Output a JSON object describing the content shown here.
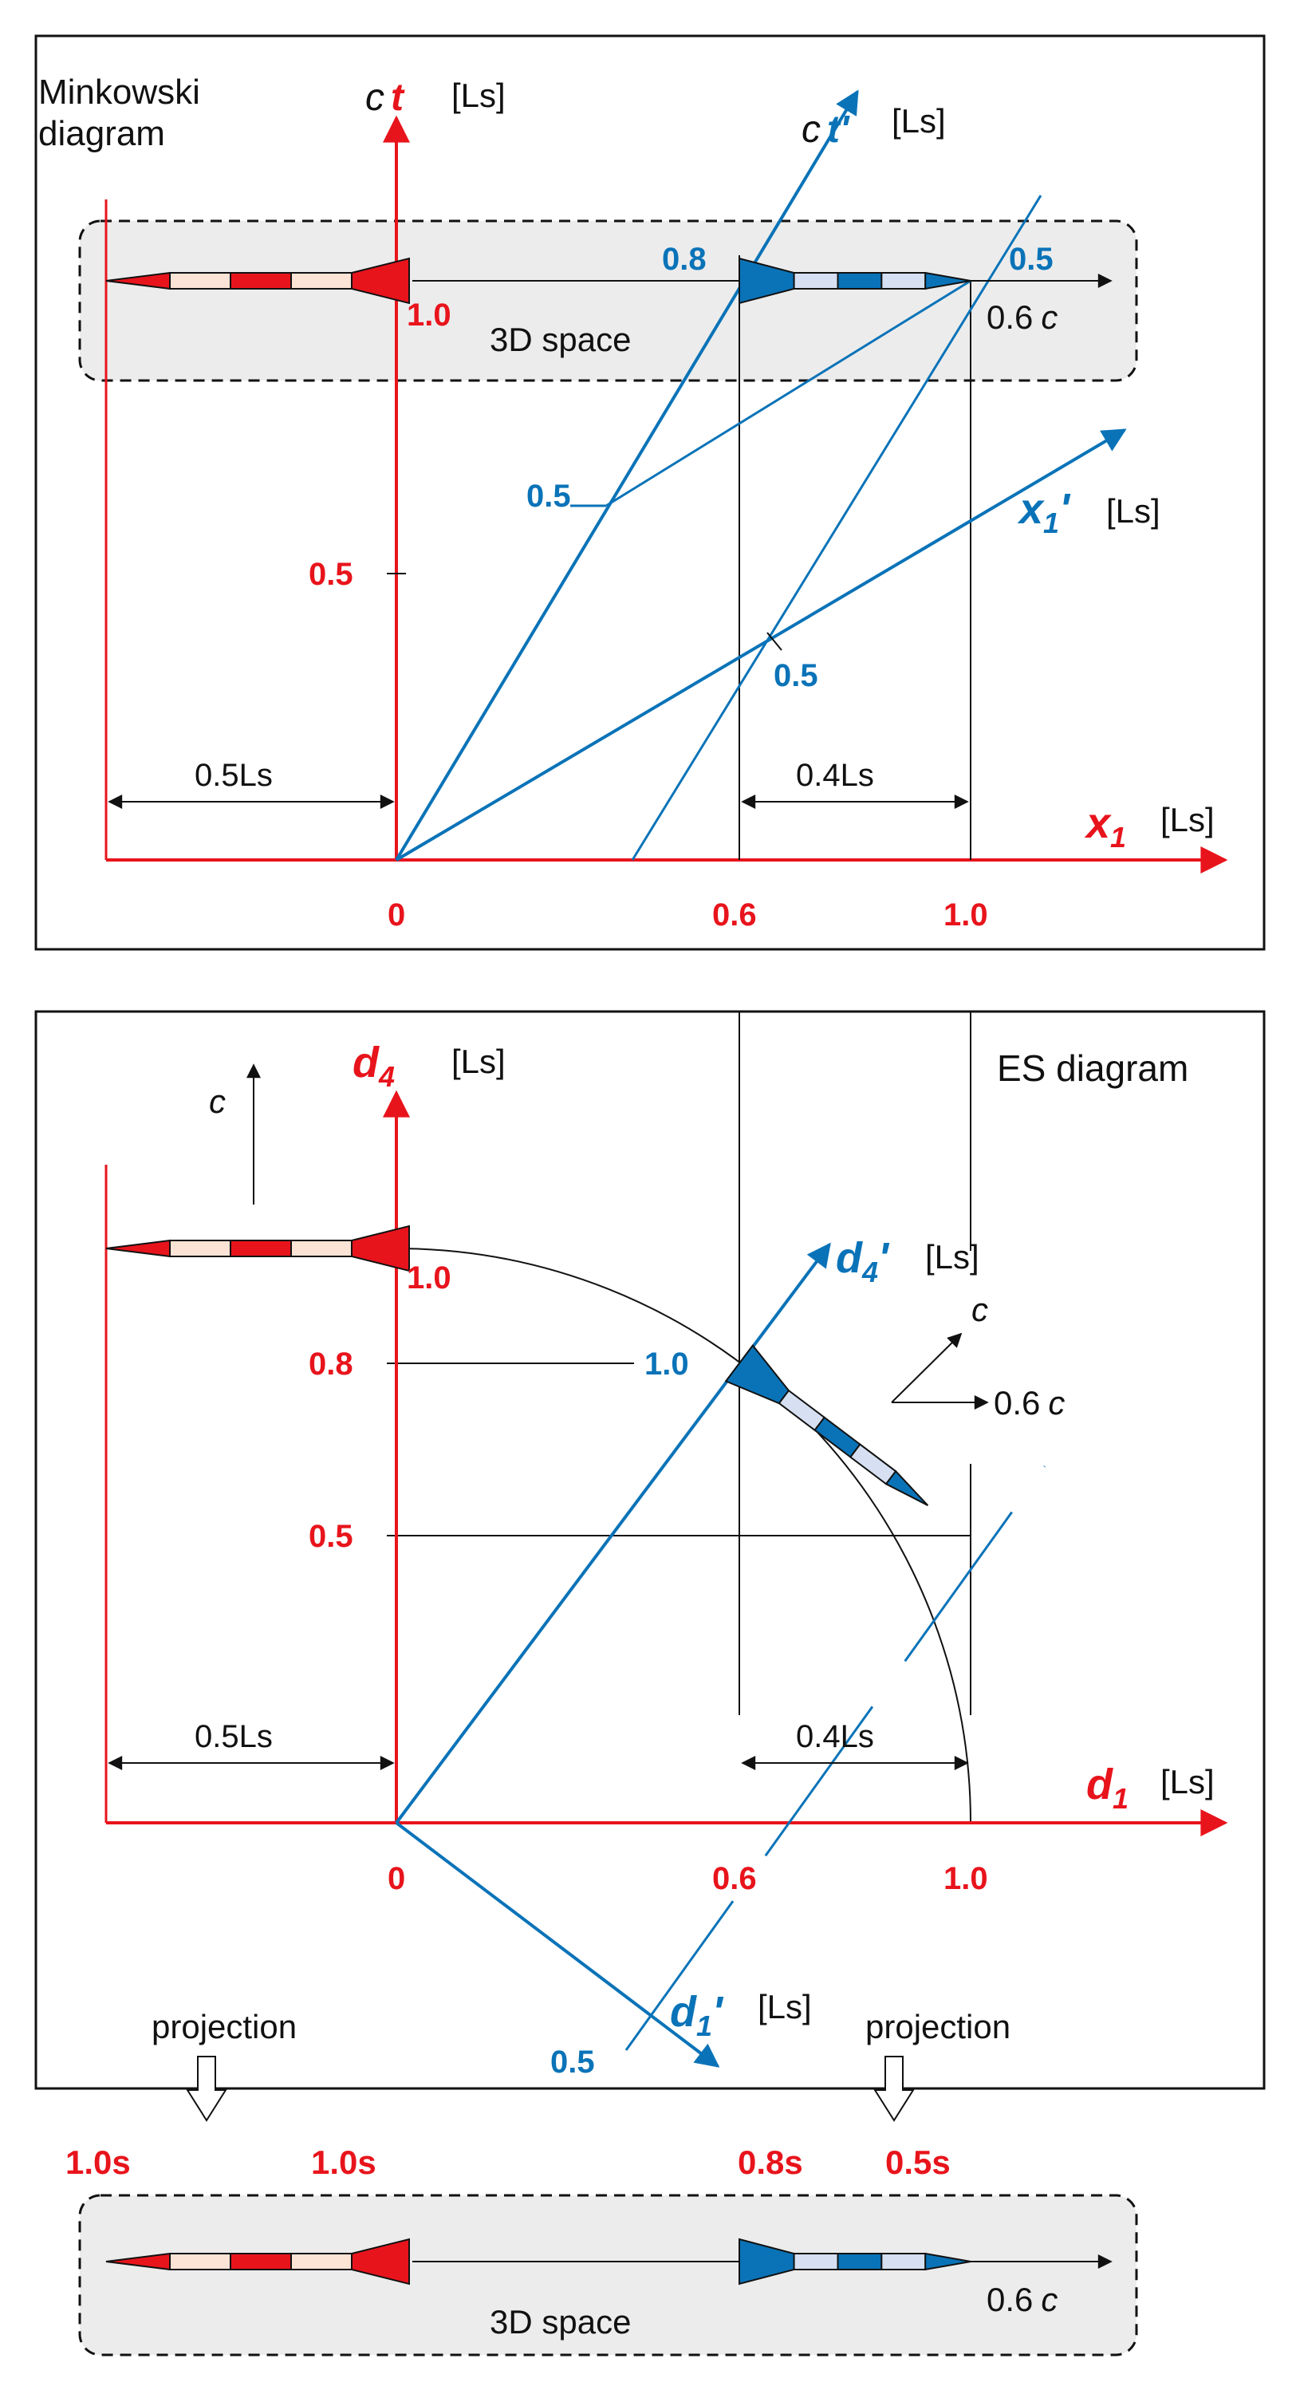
{
  "colors": {
    "red": "#e8141c",
    "blue": "#0a73b8",
    "light_red": "#fbe3d5",
    "light_blue": "#d6e0f2",
    "space_fill": "#ececec"
  },
  "minkowski": {
    "title_line1": "Minkowski",
    "title_line2": "diagram",
    "ct_axis": {
      "c": "c",
      "t": "t",
      "unit": "[Ls]"
    },
    "ct_prime_axis": {
      "c": "c",
      "t": "t'",
      "unit": "[Ls]"
    },
    "x1_axis": {
      "x": "x",
      "sub": "1",
      "unit": "[Ls]"
    },
    "x1_prime_axis": {
      "x": "x",
      "sub": "1",
      "prime": "'",
      "unit": "[Ls]"
    },
    "space_label": "3D space",
    "velocity_label": {
      "value": "0.6",
      "c": "c"
    },
    "ticks": {
      "x_0": "0",
      "x_06": "0.6",
      "x_10": "1.0",
      "t_05": "0.5",
      "t_10": "1.0",
      "tp_08": "0.8",
      "tp_05": "0.5",
      "tp_05_top": "0.5",
      "xp_05": "0.5"
    },
    "dim_left": "0.5Ls",
    "dim_right": "0.4Ls"
  },
  "es": {
    "title": "ES diagram",
    "c_arrow_label": "c",
    "d4_axis": {
      "d": "d",
      "sub": "4",
      "unit": "[Ls]"
    },
    "d4_prime_axis": {
      "d": "d",
      "sub": "4",
      "prime": "'",
      "unit": "[Ls]"
    },
    "d1_axis": {
      "d": "d",
      "sub": "1",
      "unit": "[Ls]"
    },
    "d1_prime_axis": {
      "d": "d",
      "sub": "1",
      "prime": "'",
      "unit": "[Ls]"
    },
    "velocity_c": "c",
    "velocity_label": {
      "value": "0.6",
      "c": "c"
    },
    "ticks": {
      "x_0": "0",
      "x_06": "0.6",
      "x_10": "1.0",
      "y_08": "0.8",
      "y_05": "0.5",
      "rocket_10": "1.0",
      "d4p_10": "1.0",
      "d1p_05": "0.5"
    },
    "dim_left": "0.5Ls",
    "dim_right": "0.4Ls"
  },
  "projection": {
    "left_label": "projection",
    "right_label": "projection",
    "times": {
      "red_tail": "1.0s",
      "red_head": "1.0s",
      "blue_tail": "0.8s",
      "blue_head": "0.5s"
    },
    "space_label": "3D space",
    "velocity_label": {
      "value": "0.6",
      "c": "c"
    }
  }
}
